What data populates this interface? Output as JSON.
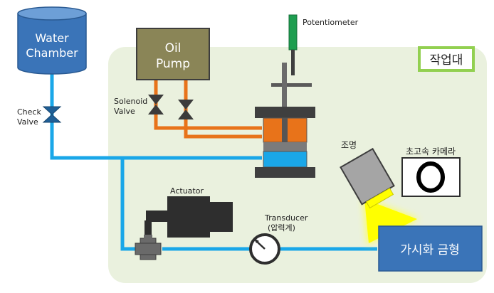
{
  "labels": {
    "water_chamber_line1": "Water",
    "water_chamber_line2": "Chamber",
    "oil_pump_line1": "Oil",
    "oil_pump_line2": "Pump",
    "workbench": "작업대",
    "potentiometer": "Potentiometer",
    "check_valve_line1": "Check",
    "check_valve_line2": "Valve",
    "solenoid_valve_line1": "Solenoid",
    "solenoid_valve_line2": "Valve",
    "lighting": "조명",
    "highspeed_camera": "초고속 카메라",
    "actuator": "Actuator",
    "transducer_line1": "Transducer",
    "transducer_line2": "(압력계)",
    "visualization_mold": "가시화 금형"
  },
  "colors": {
    "water_line": "#1aa7e8",
    "oil_line": "#e8731a",
    "workbench_fill": "#eaf1de",
    "workbench_label_border": "#92d050",
    "oil_pump_fill": "#8a8557",
    "tank_fill": "#3a74b8",
    "mold_fill": "#3a74b8",
    "light_beam": "#ffff00",
    "potentiometer": "#1e9e50",
    "dark_gray": "#3f3f3f"
  }
}
